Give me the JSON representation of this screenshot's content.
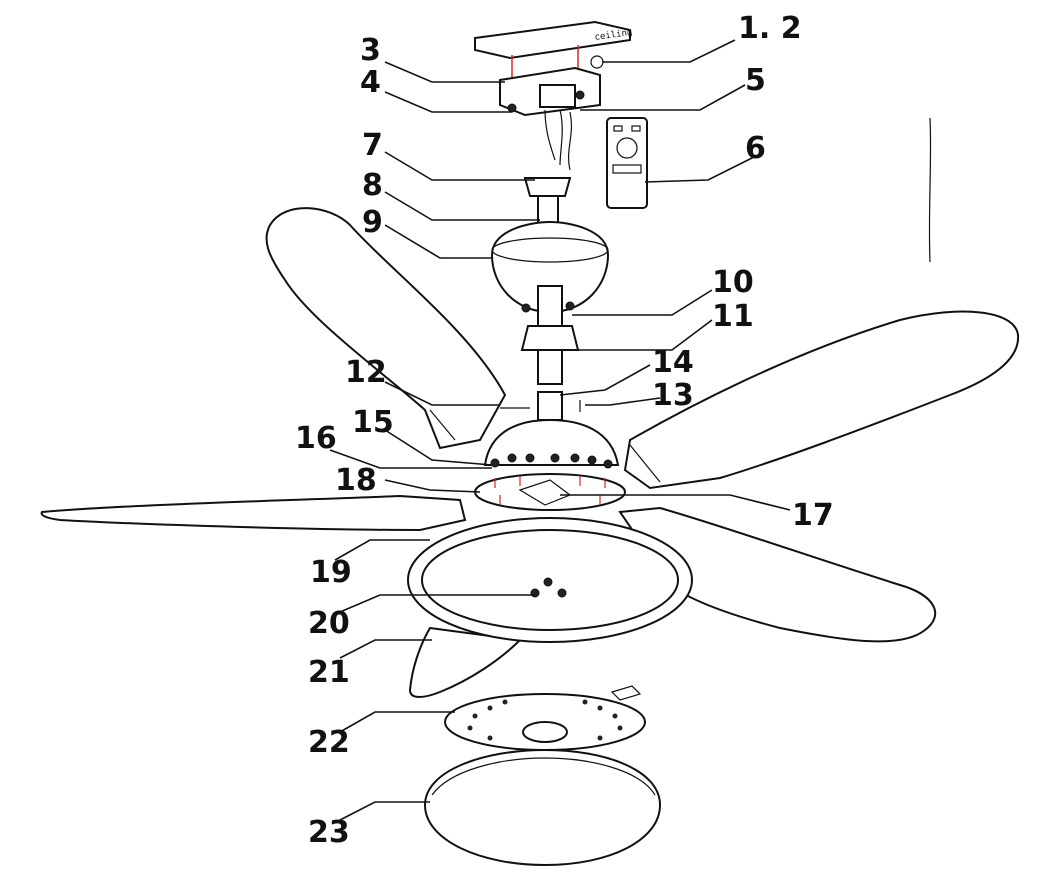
{
  "diagram": {
    "ceiling_plate_text": "ceiling",
    "labels": [
      {
        "id": "1-2",
        "text": "1. 2"
      },
      {
        "id": "3",
        "text": "3"
      },
      {
        "id": "4",
        "text": "4"
      },
      {
        "id": "5",
        "text": "5"
      },
      {
        "id": "6",
        "text": "6"
      },
      {
        "id": "7",
        "text": "7"
      },
      {
        "id": "8",
        "text": "8"
      },
      {
        "id": "9",
        "text": "9"
      },
      {
        "id": "10",
        "text": "10"
      },
      {
        "id": "11",
        "text": "11"
      },
      {
        "id": "12",
        "text": "12"
      },
      {
        "id": "13",
        "text": "13"
      },
      {
        "id": "14",
        "text": "14"
      },
      {
        "id": "15",
        "text": "15"
      },
      {
        "id": "16",
        "text": "16"
      },
      {
        "id": "17",
        "text": "17"
      },
      {
        "id": "18",
        "text": "18"
      },
      {
        "id": "19",
        "text": "19"
      },
      {
        "id": "20",
        "text": "20"
      },
      {
        "id": "21",
        "text": "21"
      },
      {
        "id": "22",
        "text": "22"
      },
      {
        "id": "23",
        "text": "23"
      }
    ]
  }
}
